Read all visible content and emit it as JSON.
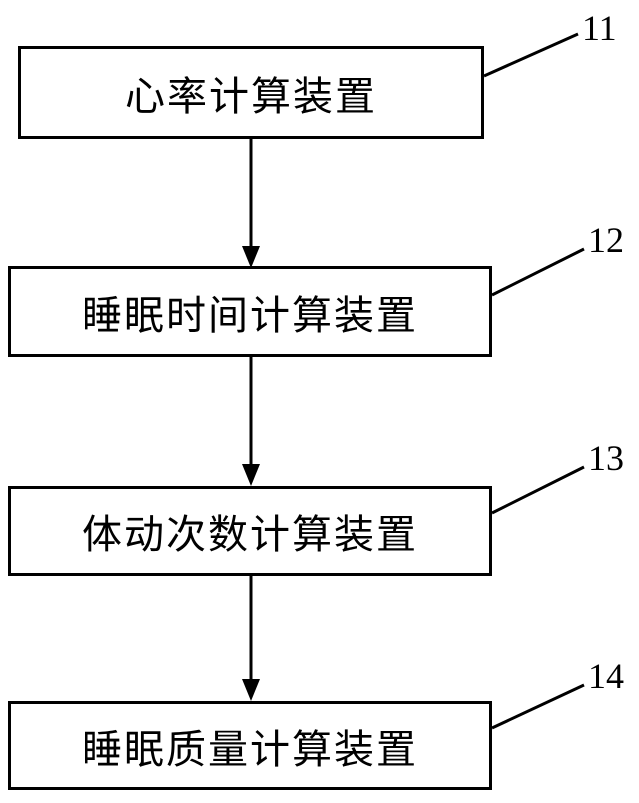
{
  "diagram": {
    "title": "sleep-quality-device-block-diagram",
    "boxes": [
      {
        "label": "心率计算装置",
        "ref": "11"
      },
      {
        "label": "睡眠时间计算装置",
        "ref": "12"
      },
      {
        "label": "体动次数计算装置",
        "ref": "13"
      },
      {
        "label": "睡眠质量计算装置",
        "ref": "14"
      }
    ],
    "colors": {
      "stroke": "#000000",
      "background": "#ffffff"
    }
  }
}
